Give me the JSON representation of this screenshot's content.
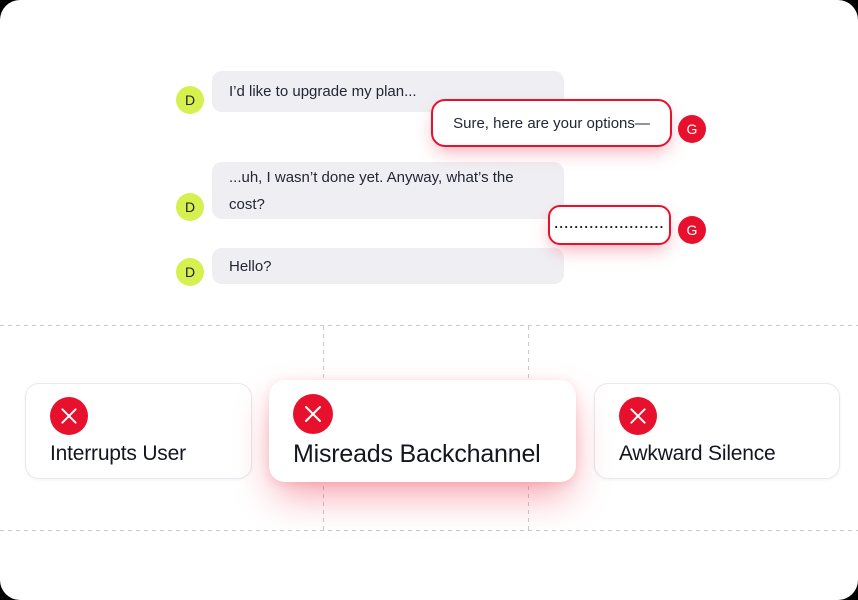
{
  "canvas": {
    "background": "#ffffff",
    "accent_red": "#E8112D",
    "accent_lime": "#D6F050"
  },
  "chat": {
    "messages": [
      {
        "speaker": "D",
        "side": "left",
        "style": "user",
        "text": "I’d like to upgrade my plan..."
      },
      {
        "speaker": "G",
        "side": "right",
        "style": "agent-error",
        "text": "Sure, here are your options—"
      },
      {
        "speaker": "D",
        "side": "left",
        "style": "user",
        "text": "...uh, I wasn’t done yet. Anyway, what’s the cost?"
      },
      {
        "speaker": "G",
        "side": "right",
        "style": "agent-error-pause",
        "text": "......................"
      },
      {
        "speaker": "D",
        "side": "left",
        "style": "user",
        "text": "Hello?"
      }
    ]
  },
  "failure_cards": [
    {
      "label": "Interrupts User",
      "icon": "error-x-icon",
      "highlighted": false
    },
    {
      "label": "Misreads Backchannel",
      "icon": "error-x-icon",
      "highlighted": true
    },
    {
      "label": "Awkward Silence",
      "icon": "error-x-icon",
      "highlighted": false
    }
  ]
}
